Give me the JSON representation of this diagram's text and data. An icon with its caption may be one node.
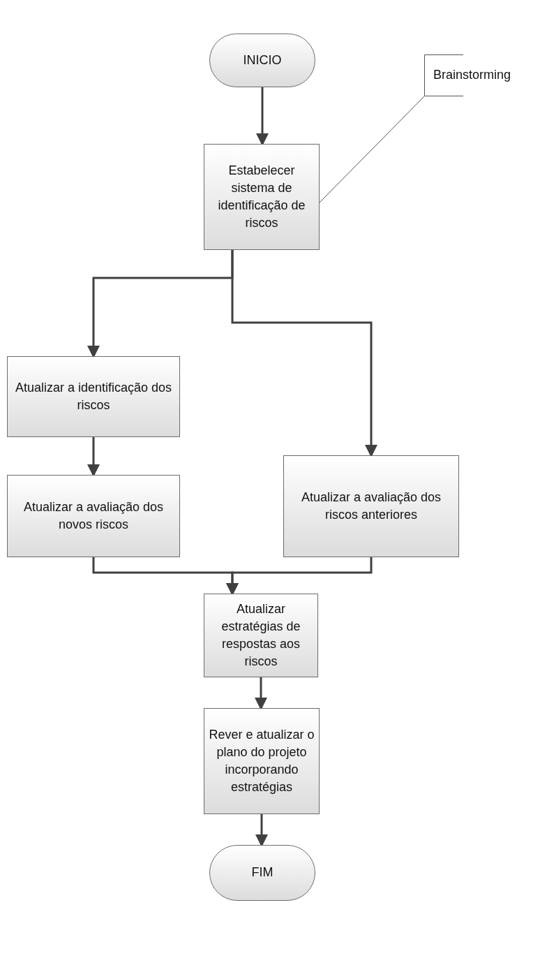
{
  "diagram": {
    "nodes": [
      {
        "text": [
          "INICIO"
        ]
      },
      {
        "text": [
          "Brainstorming"
        ]
      },
      {
        "text": [
          "Estabelecer sistema de identificação de riscos"
        ]
      },
      {
        "text": [
          "Atualizar a identificação dos riscos"
        ]
      },
      {
        "text": [
          "Atualizar a avaliação dos novos riscos"
        ]
      },
      {
        "text": [
          "Atualizar a avaliação dos riscos anteriores"
        ]
      },
      {
        "text": [
          "Atualizar estratégias de respostas aos riscos"
        ]
      },
      {
        "text": [
          "Rever e atualizar o plano do projeto incorporando estratégias"
        ]
      },
      {
        "text": [
          "FIM"
        ]
      }
    ],
    "edges": [
      {
        "from": 0,
        "to": 2,
        "arrow": "to"
      },
      {
        "from": 1,
        "to": 2,
        "arrow": "none"
      },
      {
        "from": 2,
        "to": 3,
        "arrow": "to"
      },
      {
        "from": 2,
        "to": 5,
        "arrow": "to"
      },
      {
        "from": 3,
        "to": 4,
        "arrow": "to"
      },
      {
        "from": 4,
        "to": 6,
        "arrow": "to"
      },
      {
        "from": 5,
        "to": 6,
        "arrow": "to"
      },
      {
        "from": 6,
        "to": 7,
        "arrow": "to"
      },
      {
        "from": 7,
        "to": 8,
        "arrow": "to"
      }
    ]
  }
}
